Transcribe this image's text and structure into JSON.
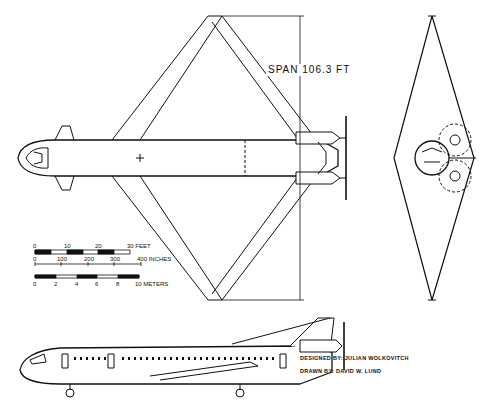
{
  "diagram": {
    "labels": [
      "SPAN 106.3 FT",
      "0",
      "10",
      "20",
      "30 FEET",
      "0",
      "100",
      "200",
      "300",
      "400 INCHES",
      "0",
      "2",
      "4",
      "6",
      "8",
      "10 METERS",
      "DESIGNED BY: JULIAN WOLKOVITCH",
      "DRAWN BY: DAVID W. LUND"
    ]
  }
}
